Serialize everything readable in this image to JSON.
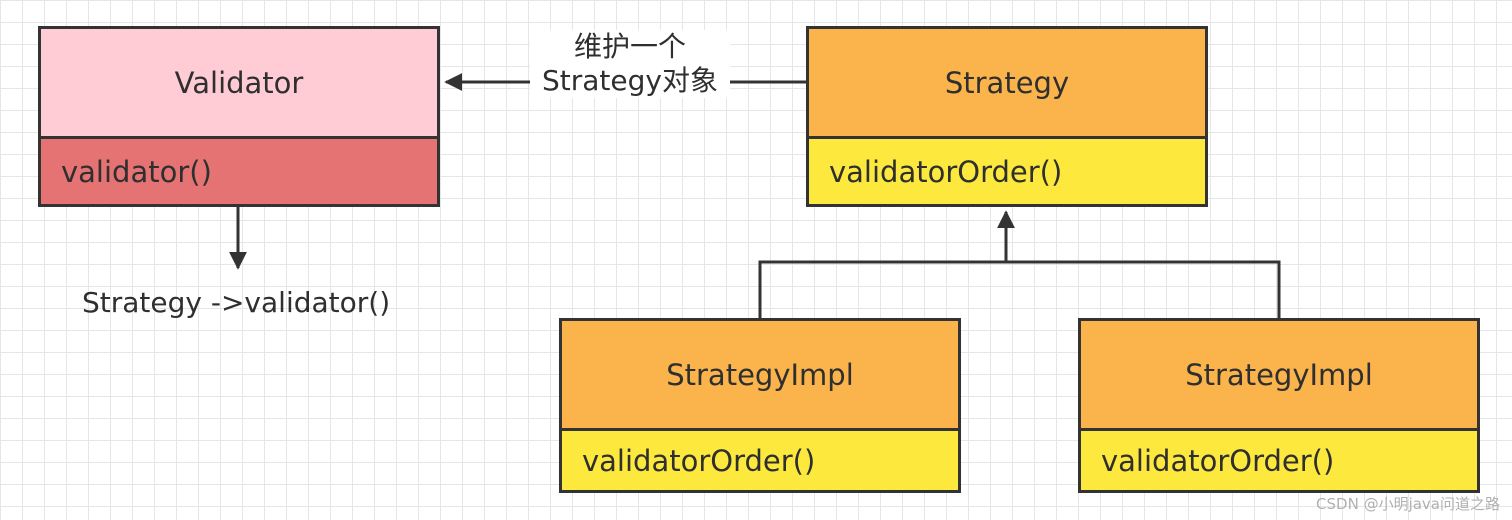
{
  "classes": {
    "validator": {
      "name": "Validator",
      "method": "validator()"
    },
    "strategy": {
      "name": "Strategy",
      "method": "validatorOrder()"
    },
    "impl_left": {
      "name": "StrategyImpl",
      "method": "validatorOrder()"
    },
    "impl_right": {
      "name": "StrategyImpl",
      "method": "validatorOrder()"
    }
  },
  "edges": {
    "association_label_line1": "维护一个",
    "association_label_line2": "Strategy对象"
  },
  "notes": {
    "call_text": "Strategy ->validator()"
  },
  "watermark": "CSDN @小明java问道之路",
  "colors": {
    "validator_head": "#ffccd5",
    "validator_body": "#e57373",
    "strategy_head": "#fbb44c",
    "strategy_body": "#fde93d",
    "border": "#333333"
  }
}
